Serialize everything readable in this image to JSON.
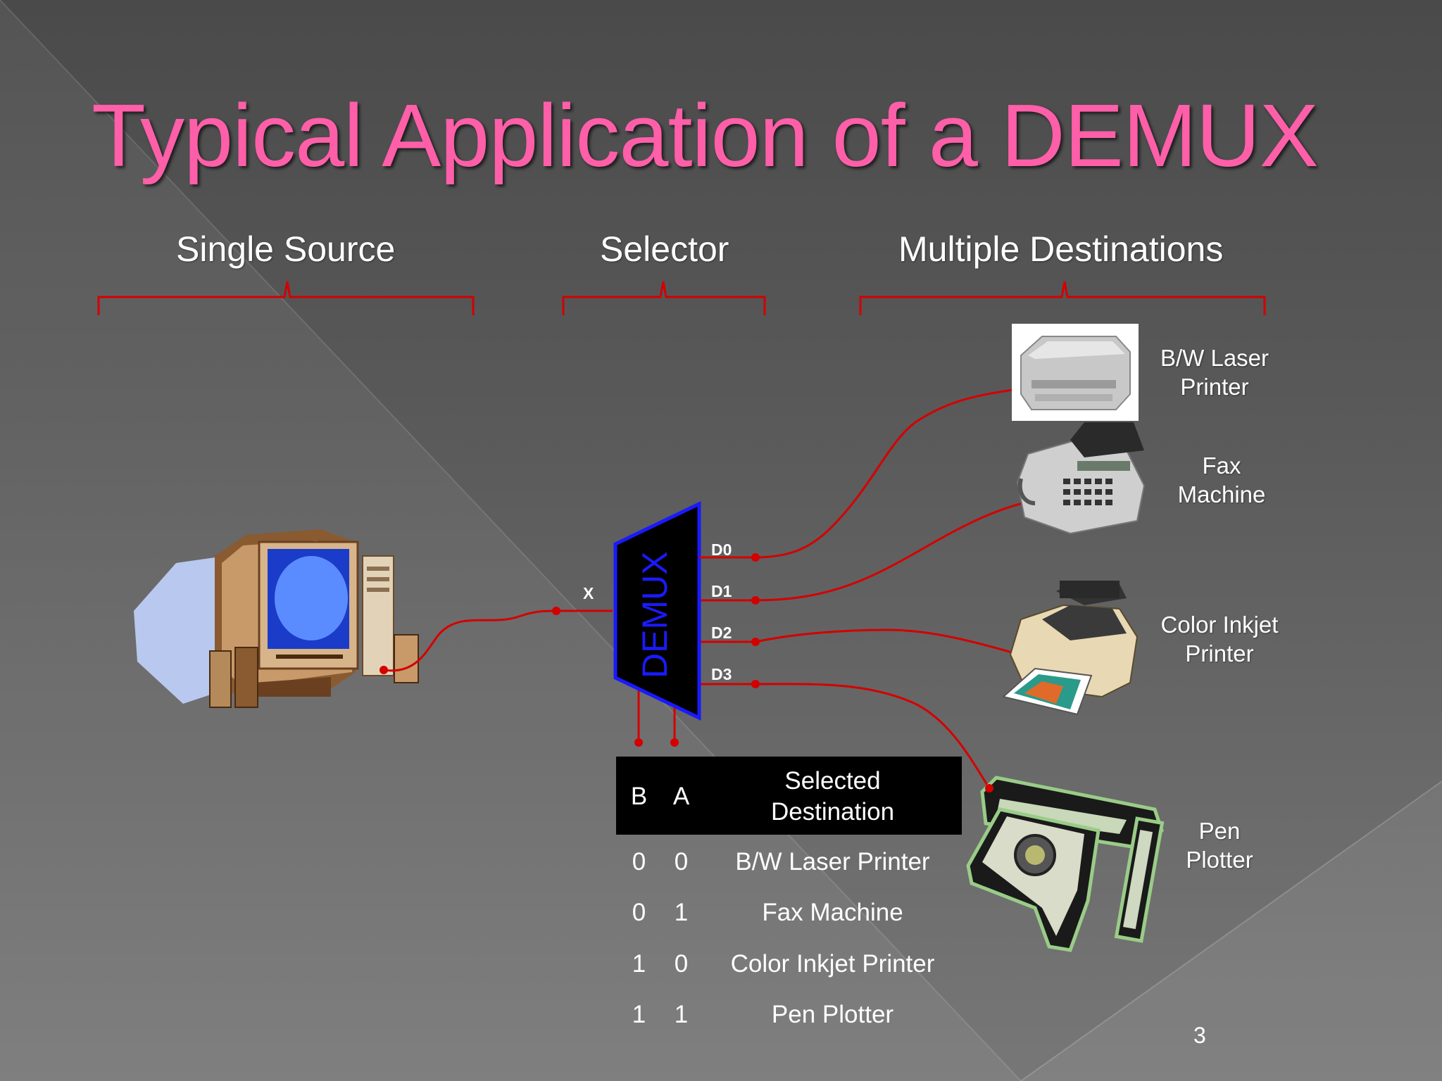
{
  "slide": {
    "title": "Typical Application of a DEMUX",
    "page_number": "3"
  },
  "sections": {
    "source": "Single Source",
    "selector": "Selector",
    "destinations": "Multiple Destinations"
  },
  "demux": {
    "label": "DEMUX",
    "input": "X",
    "outputs": [
      "D0",
      "D1",
      "D2",
      "D3"
    ]
  },
  "destinations": [
    {
      "line1": "B/W Laser",
      "line2": "Printer",
      "icon": "laser-printer-icon"
    },
    {
      "line1": "Fax",
      "line2": "Machine",
      "icon": "fax-machine-icon"
    },
    {
      "line1": "Color Inkjet",
      "line2": "Printer",
      "icon": "inkjet-printer-icon"
    },
    {
      "line1": "Pen",
      "line2": "Plotter",
      "icon": "pen-plotter-icon"
    }
  ],
  "table": {
    "headers": {
      "b": "B",
      "a": "A",
      "dest_line1": "Selected",
      "dest_line2": "Destination"
    },
    "rows": [
      {
        "b": "0",
        "a": "0",
        "dest": "B/W Laser Printer"
      },
      {
        "b": "0",
        "a": "1",
        "dest": "Fax Machine"
      },
      {
        "b": "1",
        "a": "0",
        "dest": "Color Inkjet Printer"
      },
      {
        "b": "1",
        "a": "1",
        "dest": "Pen Plotter"
      }
    ]
  },
  "colors": {
    "title": "#ff5fa8",
    "wire": "#d40000",
    "demux_fill": "#000000",
    "demux_border": "#1a1aff"
  }
}
